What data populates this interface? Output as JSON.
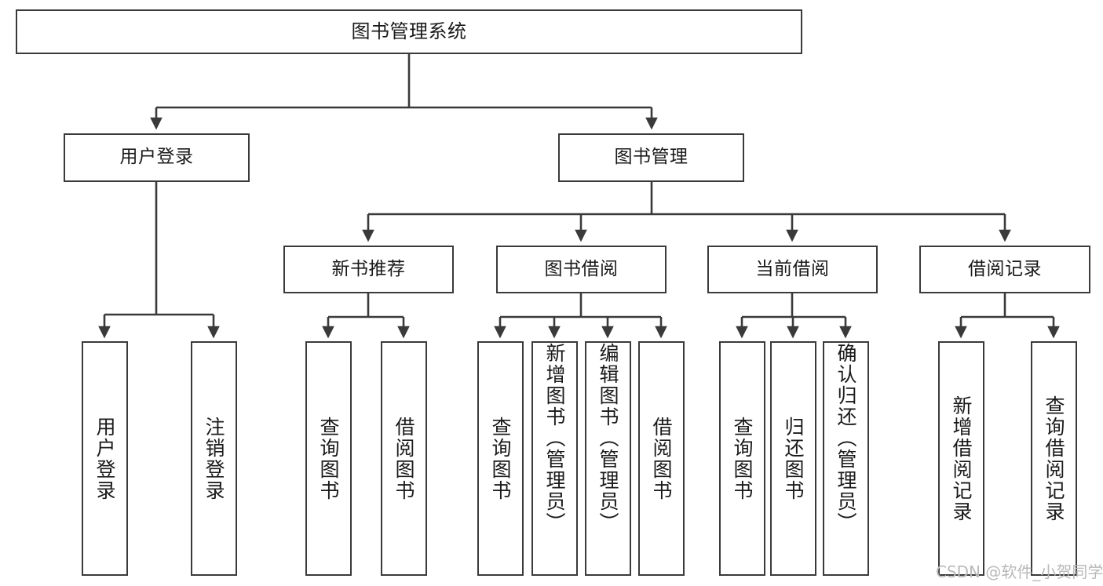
{
  "diagram": {
    "title": "图书管理系统",
    "watermark": "CSDN @软件_小贺同学",
    "levels": {
      "root": {
        "label": "图书管理系统"
      },
      "level2": [
        {
          "label": "用户登录"
        },
        {
          "label": "图书管理"
        }
      ],
      "level3": [
        {
          "label": "新书推荐"
        },
        {
          "label": "图书借阅"
        },
        {
          "label": "当前借阅"
        },
        {
          "label": "借阅记录"
        }
      ],
      "leaves": {
        "user_login": [
          {
            "label": "用户登录"
          },
          {
            "label": "注销登录"
          }
        ],
        "new_book_recommend": [
          {
            "label": "查询图书"
          },
          {
            "label": "借阅图书"
          }
        ],
        "book_borrow": [
          {
            "label": "查询图书"
          },
          {
            "label": "新增图书（管理员）"
          },
          {
            "label": "编辑图书（管理员）"
          },
          {
            "label": "借阅图书"
          }
        ],
        "current_borrow": [
          {
            "label": "查询图书"
          },
          {
            "label": "归还图书"
          },
          {
            "label": "确认归还（管理员）"
          }
        ],
        "borrow_record": [
          {
            "label": "新增借阅记录"
          },
          {
            "label": "查询借阅记录"
          }
        ]
      }
    },
    "colors": {
      "stroke": "#3a3a3a",
      "fill": "#ffffff",
      "text": "#1a1a1a",
      "watermark": "#b9b9b9"
    }
  }
}
